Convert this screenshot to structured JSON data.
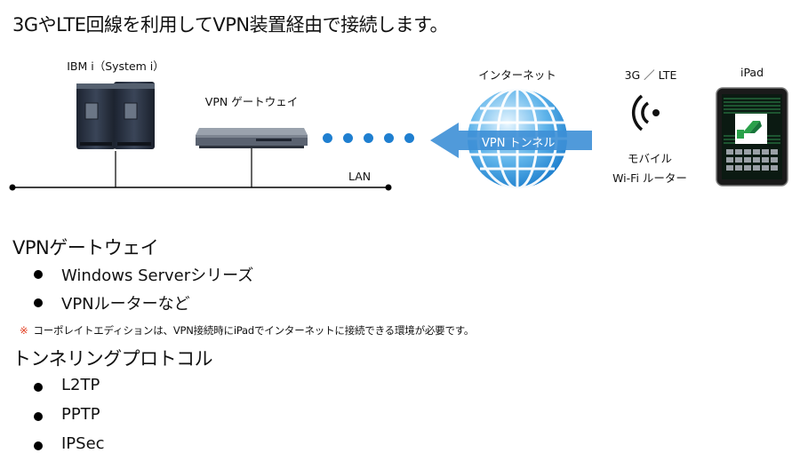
{
  "title": "3GやLTE回線を利用してVPN装置経由で接続します。",
  "diagram": {
    "ibm_label": "IBM i（System i）",
    "gateway_label": "VPN ゲートウェイ",
    "lan_label": "LAN",
    "internet_label": "インターネット",
    "tunnel_label": "VPN トンネル",
    "network_label": "3G ／ LTE",
    "router_label_1": "モバイル",
    "router_label_2": "Wi-Fi ルーター",
    "ipad_label": "iPad"
  },
  "sections": [
    {
      "heading": "VPNゲートウェイ",
      "items": [
        "Windows Serverシリーズ",
        "VPNルーターなど"
      ],
      "note_mark": "※",
      "note": "コーポレイトエディションは、VPN接続時にiPadでインターネットに接続できる環境が必要です。"
    },
    {
      "heading": "トンネリングプロトコル",
      "items": [
        "L2TP",
        "PPTP",
        "IPSec"
      ]
    }
  ],
  "colors": {
    "accent": "#1f7fd0",
    "note_mark": "#e23a1c"
  }
}
